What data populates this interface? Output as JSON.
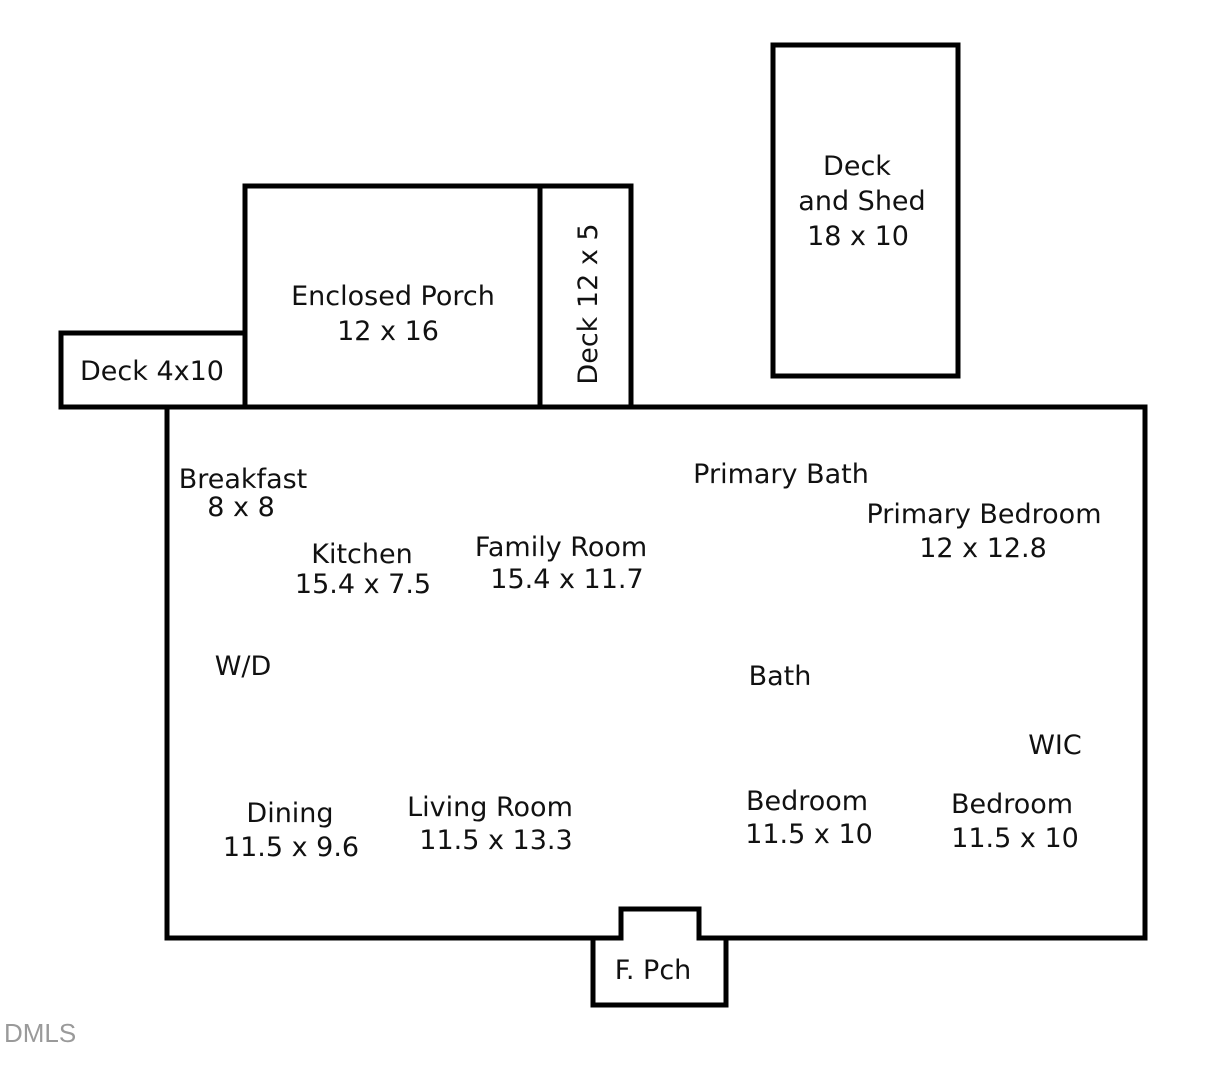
{
  "rooms": {
    "deck_shed": {
      "line1": "Deck",
      "line2": "and Shed",
      "dims": "18 x 10"
    },
    "enclosed_porch": {
      "name": "Enclosed Porch",
      "dims": "12 x 16"
    },
    "deck_12x5": {
      "name": "Deck 12 x 5"
    },
    "deck_4x10": {
      "name": "Deck 4x10"
    },
    "breakfast": {
      "name": "Breakfast",
      "dims": "8 x 8"
    },
    "kitchen": {
      "name": "Kitchen",
      "dims": "15.4 x 7.5"
    },
    "family_room": {
      "name": "Family Room",
      "dims": "15.4 x 11.7"
    },
    "primary_bath": {
      "name": "Primary Bath"
    },
    "primary_bedroom": {
      "name": "Primary Bedroom",
      "dims": "12 x 12.8"
    },
    "wd": {
      "name": "W/D"
    },
    "bath": {
      "name": "Bath"
    },
    "wic": {
      "name": "WIC"
    },
    "dining": {
      "name": "Dining",
      "dims": "11.5 x 9.6"
    },
    "living_room": {
      "name": "Living Room",
      "dims": "11.5 x 13.3"
    },
    "bedroom_1": {
      "name": "Bedroom",
      "dims": "11.5 x 10"
    },
    "bedroom_2": {
      "name": "Bedroom",
      "dims": "11.5 x 10"
    },
    "front_porch": {
      "name": "F. Pch"
    }
  },
  "watermark": "DMLS",
  "colors": {
    "line": "#000000",
    "text": "#111111",
    "background": "#ffffff",
    "watermark": "#9a9a9a"
  }
}
